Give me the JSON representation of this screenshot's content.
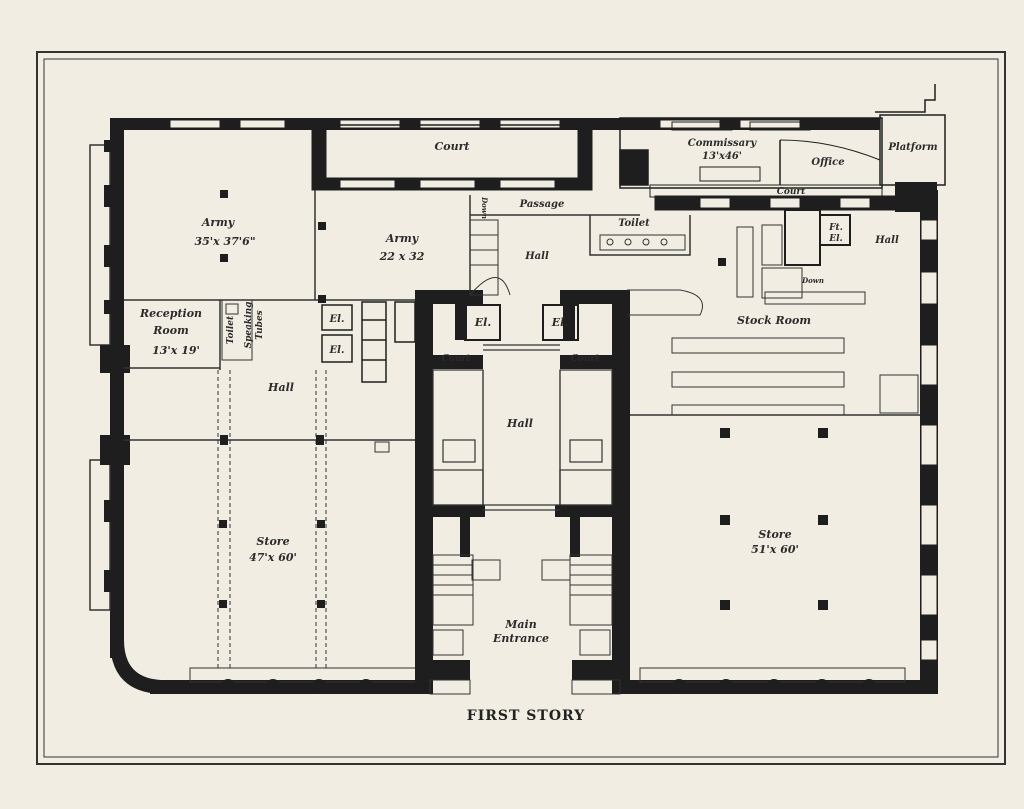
{
  "colors": {
    "paper": "#f1ede2",
    "wall": "#1e1e1e",
    "line": "#333333",
    "fill_light": "#e6e1d3"
  },
  "caption": "FIRST STORY",
  "rooms": {
    "court_top": "Court",
    "commissary": "Commissary",
    "commissary_dim": "13'x46'",
    "office": "Office",
    "platform": "Platform",
    "court_small_right": "Court",
    "army_left": "Army",
    "army_left_dim": "35'x 37'6\"",
    "passage": "Passage",
    "down_stair": "Down",
    "toilet_upper": "Toilet",
    "army_mid": "Army",
    "army_mid_dim": "22 x 32",
    "hall_upper_mid": "Hall",
    "fr_el": "Ft.",
    "fr_el_2": "El.",
    "hall_right": "Hall",
    "down_right": "Down",
    "reception": "Reception",
    "reception_2": "Room",
    "reception_dim": "13'x 19'",
    "toilet_left": "Toilet",
    "speaking_tubes": "Speaking",
    "speaking_tubes_2": "Tubes",
    "el_left_1": "El.",
    "el_left_2": "El.",
    "el_center_1": "El.",
    "el_center_2": "El.",
    "stock_room": "Stock Room",
    "court_center_left": "Court",
    "court_center_right": "Court",
    "hall_left": "Hall",
    "hall_center": "Hall",
    "store_left": "Store",
    "store_left_dim": "47'x 60'",
    "store_right": "Store",
    "store_right_dim": "51'x 60'",
    "main_entrance": "Main",
    "main_entrance_2": "Entrance"
  }
}
